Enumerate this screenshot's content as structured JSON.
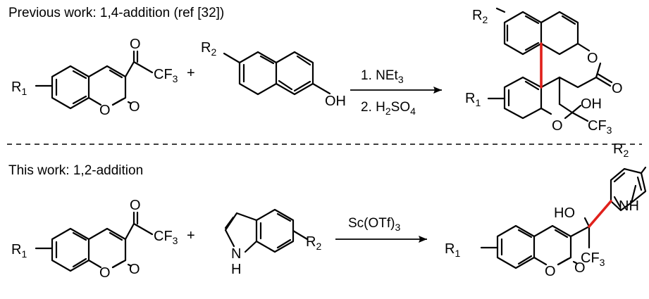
{
  "headings": {
    "previous": "Previous work: 1,4-addition (ref [32])",
    "current": "This work: 1,2-addition"
  },
  "conditions": {
    "step1": "1. NEt",
    "step1_sub": "3",
    "step2": "2. H",
    "step2_sub1": "2",
    "step2_mid": "SO",
    "step2_sub2": "4",
    "lewis_acid": "Sc(OTf)",
    "lewis_acid_sub": "3"
  },
  "atoms": {
    "O": "O",
    "R": "R",
    "one": "1",
    "two": "2",
    "CF": "CF",
    "three": "3",
    "OH": "OH",
    "HO": "HO",
    "NH": "NH",
    "N": "N",
    "H": "H",
    "plus": "+"
  },
  "colors": {
    "ink": "#000000",
    "new_bond": "#e0201b"
  }
}
